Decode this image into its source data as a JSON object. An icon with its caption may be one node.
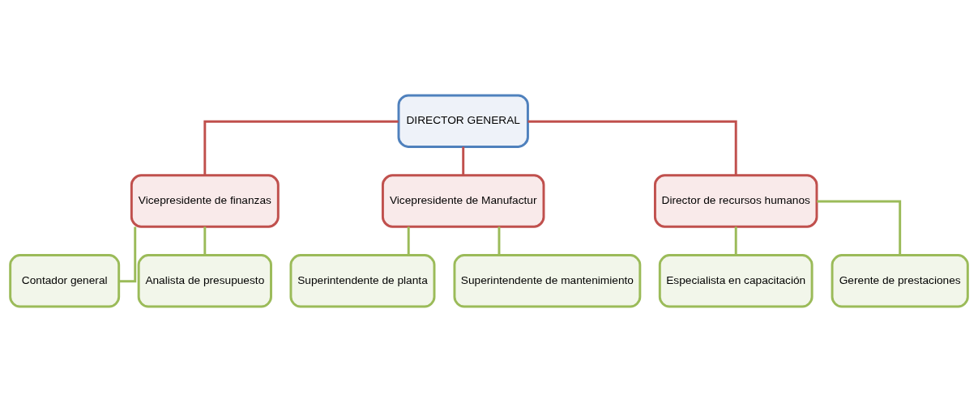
{
  "diagram": {
    "nodes": [
      {
        "text": [
          "DIRECTOR GENERAL"
        ]
      },
      {
        "text": [
          "Vicepresidente de finanzas"
        ]
      },
      {
        "text": [
          "Vicepresidente de Manufactur"
        ]
      },
      {
        "text": [
          "Director de recursos humanos"
        ]
      },
      {
        "text": [
          "Contador general"
        ]
      },
      {
        "text": [
          "Analista de presupuesto"
        ]
      },
      {
        "text": [
          "Superintendente de planta"
        ]
      },
      {
        "text": [
          "Superintendente de mantenimiento"
        ]
      },
      {
        "text": [
          "Especialista en capacitación"
        ]
      },
      {
        "text": [
          "Gerente de prestaciones"
        ]
      }
    ],
    "edges": [
      {
        "from": 0,
        "to": 1,
        "arrow": "none",
        "color": "#c0504d"
      },
      {
        "from": 0,
        "to": 2,
        "arrow": "none",
        "color": "#c0504d"
      },
      {
        "from": 0,
        "to": 3,
        "arrow": "none",
        "color": "#c0504d"
      },
      {
        "from": 1,
        "to": 4,
        "arrow": "none"
      },
      {
        "from": 1,
        "to": 5,
        "arrow": "none"
      },
      {
        "from": 2,
        "to": 6,
        "arrow": "none"
      },
      {
        "from": 2,
        "to": 7,
        "arrow": "none"
      },
      {
        "from": 3,
        "to": 8,
        "arrow": "none"
      },
      {
        "from": 3,
        "to": 9,
        "arrow": "none"
      }
    ]
  }
}
